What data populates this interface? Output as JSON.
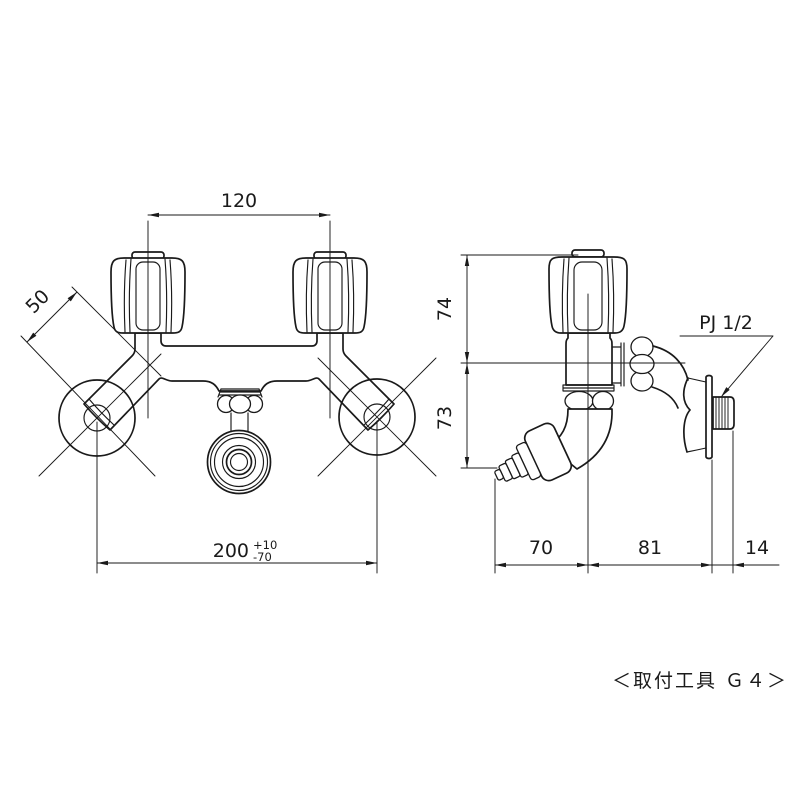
{
  "drawing": {
    "background": "#ffffff",
    "line_color": "#1a1a1a",
    "footer_note": "＜取付工具 Ｇ４＞",
    "views": {
      "front": {
        "dim_handle_spacing": "120",
        "dim_inlet_offset": "50",
        "dim_mount_pitch": "200",
        "dim_mount_pitch_tol_upper": "+10",
        "dim_mount_pitch_tol_lower": "-70"
      },
      "side": {
        "dim_height_upper": "74",
        "dim_height_lower": "73",
        "dim_depth_spout": "70",
        "dim_depth_body": "81",
        "dim_thread_length": "14",
        "thread_spec": "PJ 1/2"
      }
    }
  }
}
